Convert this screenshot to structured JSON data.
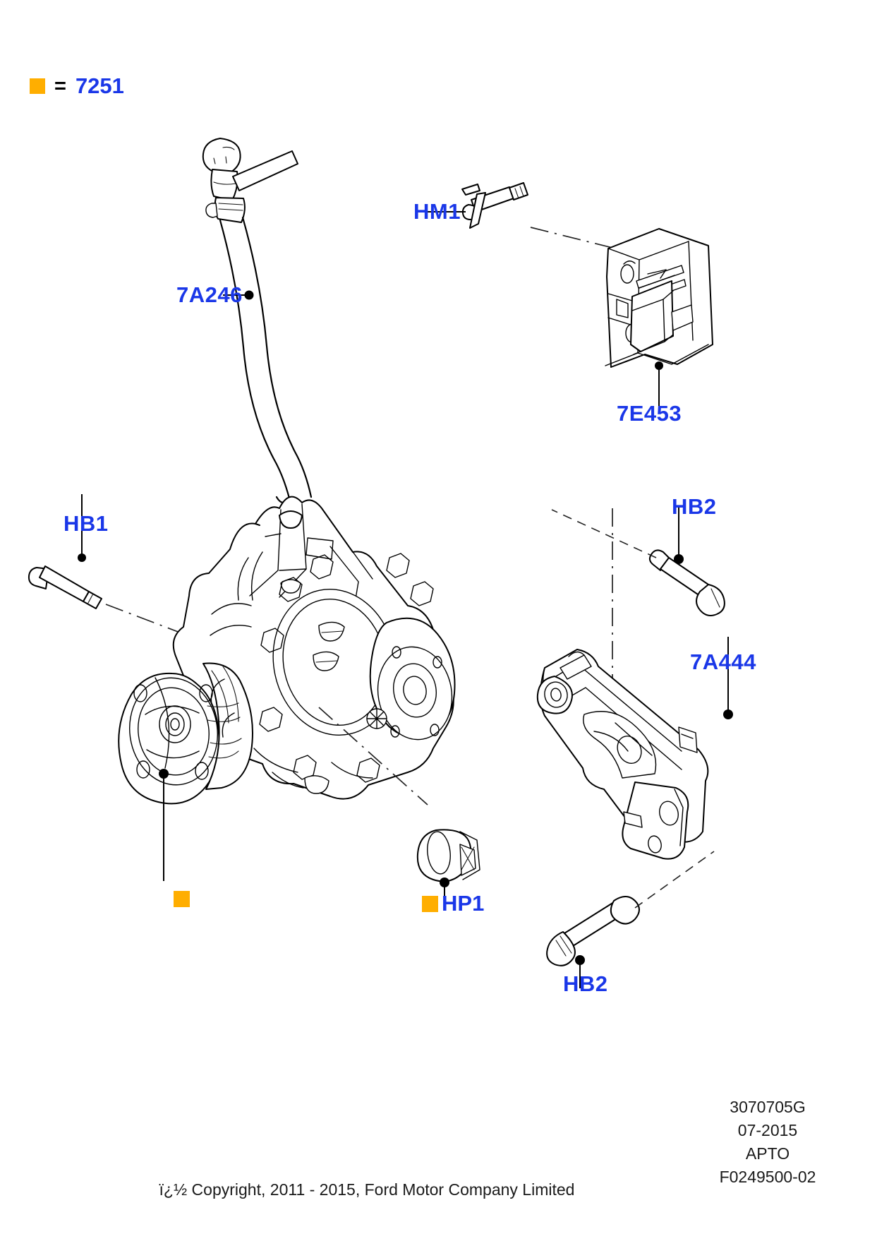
{
  "document": {
    "type": "automotive-parts-exploded-diagram",
    "title": "Transfer Case / Power Take-Off Assembly"
  },
  "legend": {
    "symbol": "orange-square",
    "equals": "=",
    "code": "7251",
    "swatch_color": "#FFAE00"
  },
  "colors": {
    "label_blue": "#1A37E8",
    "marker_orange": "#FFAE00",
    "line_black": "#000000",
    "background": "#FFFFFF"
  },
  "callouts": [
    {
      "id": "7A246",
      "text": "7A246",
      "part": "oil-filler-dipstick-tube",
      "has_square": false
    },
    {
      "id": "HM1",
      "text": "HM1",
      "part": "sensor-retaining-clip-bolt",
      "has_square": false
    },
    {
      "id": "7E453",
      "text": "7E453",
      "part": "electrical-connector-bracket",
      "has_square": false
    },
    {
      "id": "HB1",
      "text": "HB1",
      "part": "mounting-bolt-left",
      "has_square": false
    },
    {
      "id": "HB2_top",
      "text": "HB2",
      "part": "mounting-bolt-upper-right",
      "has_square": false
    },
    {
      "id": "7A444",
      "text": "7A444",
      "part": "support-bracket",
      "has_square": false
    },
    {
      "id": "HB2_bottom",
      "text": "HB2",
      "part": "mounting-bolt-lower-right",
      "has_square": false
    },
    {
      "id": "HP1",
      "text": "HP1",
      "part": "bushing-plug",
      "has_square": true
    },
    {
      "id": "7251_marker",
      "text": "",
      "part": "transfer-case-housing-7251",
      "has_square": true
    }
  ],
  "footer": {
    "copyright": "ï¿½ Copyright, 2011 - 2015, Ford Motor Company Limited"
  },
  "drawing_block": {
    "drawing_number": "3070705G",
    "date": "07-2015",
    "section_code": "APTO",
    "figure_number": "F0249500-02"
  }
}
